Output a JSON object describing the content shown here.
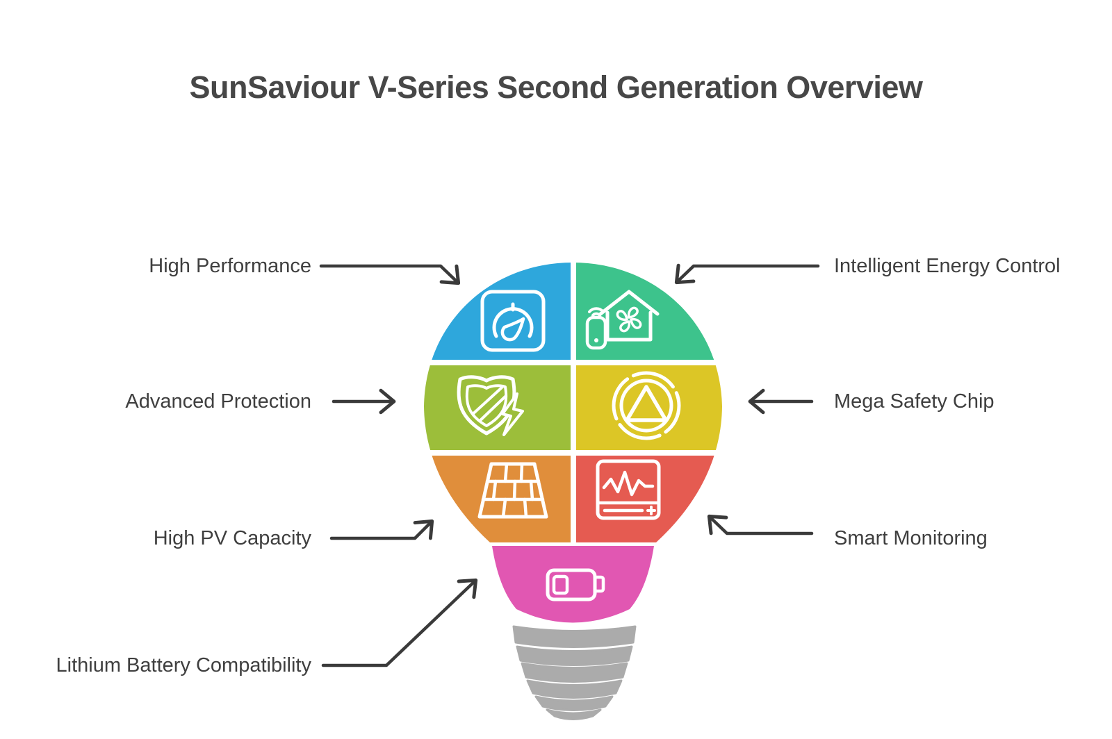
{
  "title": "SunSaviour V-Series Second Generation Overview",
  "features": [
    {
      "label": "High Performance",
      "color": "#2ea7dc",
      "icon": "gauge-icon",
      "side": "left"
    },
    {
      "label": "Intelligent Energy Control",
      "color": "#3dc38c",
      "icon": "smart-home-icon",
      "side": "right"
    },
    {
      "label": "Advanced Protection",
      "color": "#9cbe3a",
      "icon": "shield-bolt-icon",
      "side": "left"
    },
    {
      "label": "Mega Safety Chip",
      "color": "#dcc626",
      "icon": "safety-chip-icon",
      "side": "right"
    },
    {
      "label": "High PV Capacity",
      "color": "#e08e3b",
      "icon": "solar-panel-icon",
      "side": "left"
    },
    {
      "label": "Smart Monitoring",
      "color": "#e55b51",
      "icon": "monitor-icon",
      "side": "right"
    },
    {
      "label": "Lithium Battery Compatibility",
      "color": "#e157b2",
      "icon": "battery-icon",
      "side": "left"
    }
  ],
  "colors": {
    "background": "#ffffff",
    "title_text": "#474747",
    "label_text": "#3f3f3f",
    "arrow": "#3a3a3a",
    "icon_stroke": "#ffffff",
    "bulb_base": "#ababab",
    "divider": "#ffffff"
  }
}
